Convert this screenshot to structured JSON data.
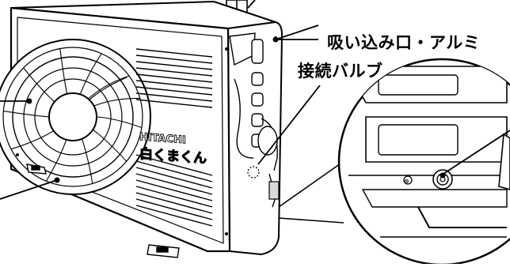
{
  "callouts": {
    "intake_aluminum_fins": "吸い込み口・アルミ",
    "connection_valve": "接続バルブ"
  },
  "unit": {
    "brand": "HITACHI",
    "model_name": "白くまくん"
  },
  "colors": {
    "line": "#000000",
    "background": "#ffffff",
    "shading": "#d9d9d9"
  }
}
